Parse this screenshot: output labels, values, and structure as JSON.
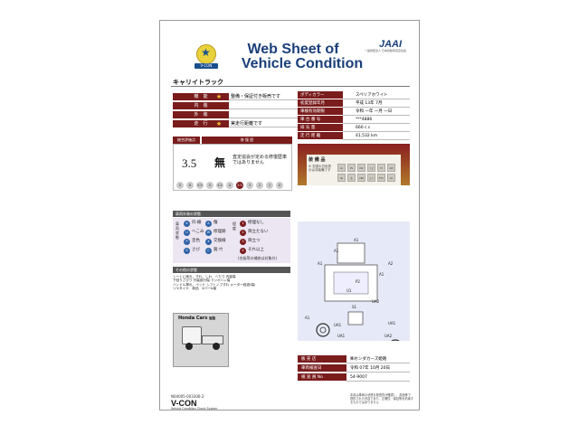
{
  "header": {
    "title_line1": "Web Sheet of",
    "title_line2": "Vehicle Condition",
    "org_logo": "JAAI",
    "org_subtitle": "一般財団法人 日本自動車査定協会",
    "vcon_badge": "V-CON"
  },
  "vehicle_name": "キャリイトラック",
  "status_rows": [
    {
      "label": "機　能",
      "value": "整備・保証付き販売です"
    },
    {
      "label": "内　装",
      "value": ""
    },
    {
      "label": "外　装",
      "value": ""
    },
    {
      "label": "走　行",
      "value": "実走行距離です"
    }
  ],
  "spec_rows": [
    {
      "label": "ボディカラー",
      "value": "スペリアホワイト"
    },
    {
      "label": "初度登録年月",
      "value": "平成 13年 7月"
    },
    {
      "label": "車検有効期限",
      "value": "令和 一年 一月 一日"
    },
    {
      "label": "車 台 番 号",
      "value": "***4886"
    },
    {
      "label": "排 気 量",
      "value": "660 c c"
    },
    {
      "label": "走 行 距 離",
      "value": "41,532 km"
    }
  ],
  "score": {
    "total_header": "総合評価点",
    "total_value": "3.5",
    "repair_header": "修 復 歴",
    "repair_value": "無",
    "repair_note": "査定協会が定める修復歴車ではありません",
    "gauge_levels": [
      "S",
      "6",
      "5.5",
      "5",
      "4.5",
      "4",
      "3.5",
      "3",
      "2",
      "1",
      "0"
    ],
    "gauge_selected": "3.5"
  },
  "equipment": {
    "label": "装 備 品",
    "note": "※ 右図の白色表示は非装備です",
    "items": [
      "AC",
      "PS",
      "PW",
      "ナビ",
      "TV",
      "AW",
      "SR",
      "革",
      "ABS",
      "エア",
      "ETC",
      "CD"
    ]
  },
  "legend": {
    "section_title": "車両外装の状態",
    "left_vertical": "車両状態",
    "right_vertical": "程度",
    "items": [
      {
        "code": "①",
        "text": "凹·線",
        "color": "#2e63a8"
      },
      {
        "code": "A",
        "text": "傷",
        "color": "#2e63a8"
      },
      {
        "code": "U",
        "text": "へこみ",
        "color": "#2e63a8"
      },
      {
        "code": "W",
        "text": "修理跡",
        "color": "#2e63a8"
      },
      {
        "code": "P",
        "text": "塗色",
        "color": "#2e63a8"
      },
      {
        "code": "X",
        "text": "交換線",
        "color": "#2e63a8"
      },
      {
        "code": "S",
        "text": "さび",
        "color": "#2e63a8"
      },
      {
        "code": "C",
        "text": "腐·穴",
        "color": "#2e63a8"
      }
    ],
    "levels": [
      {
        "code": "1",
        "text": "修理なし"
      },
      {
        "code": "2",
        "text": "目立たない"
      },
      {
        "code": "3",
        "text": "目立つ"
      },
      {
        "code": "4",
        "text": "それ以上"
      }
    ],
    "levels_note": "(合板等の補修は対象外)"
  },
  "other": {
    "section_title": "その他の状態",
    "lines": [
      "シートに破れ、すれ、しわ、へたり 内装傷",
      "下回りさびり 外装部分傷 ラジオハン傷",
      "ハンドル擦れ、ペッド シフトノブすれ メーター経過(傷)",
      "リヤタイヤ　新品　4バー&傷"
    ]
  },
  "photo": {
    "label": "Honda Cars",
    "label_suffix": "姫路"
  },
  "diagram": {
    "labels": [
      "A1",
      "A1",
      "A1",
      "A2",
      "A1",
      "P2",
      "U1",
      "UA2",
      "UA1",
      "UA1",
      "UA1",
      "UA2",
      "S1",
      "A1"
    ]
  },
  "dealer": {
    "rows": [
      {
        "label": "販 売 店",
        "value": "㈱ホンダカーズ姫路"
      },
      {
        "label": "車両検査日",
        "value": "令和 07年 10月 20日"
      },
      {
        "label": "検 査 員 No",
        "value": "54-9007"
      }
    ]
  },
  "footer": {
    "serial": "N04005-003306-2",
    "vcon": "V-CON",
    "vcon_sub": "Vehicle Condition Check System",
    "note": "本書は車両の状態を検査員が確認し、書面等で提供された内容であり、正確性・保証等を約束するものではありません"
  },
  "colors": {
    "header_maroon": "#7a1c1c",
    "title_navy": "#1a3f7a",
    "legend_bg": "#ece6f2",
    "diagram_bg": "#e6e9f7",
    "star_gold": "#f2c230"
  }
}
